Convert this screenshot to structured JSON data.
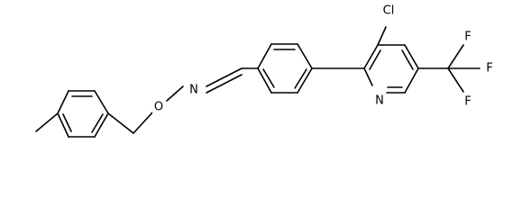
{
  "molecule": {
    "atoms": {
      "cl": "Cl",
      "n_pyridine": "N",
      "n_oxime": "N",
      "o_oxime": "O",
      "f1": "F",
      "f2": "F",
      "f3": "F"
    }
  }
}
